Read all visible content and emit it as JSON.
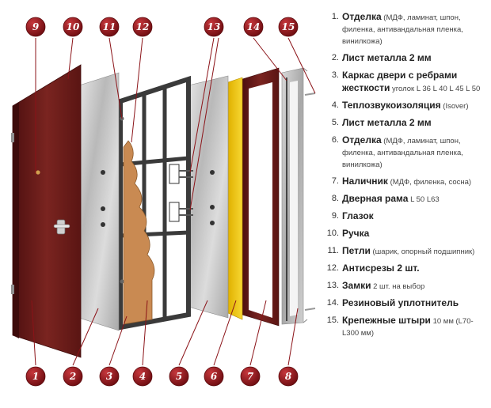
{
  "colors": {
    "badge": "#8b1318",
    "door_panel": "#6e1a18",
    "metal_sheet": "#c9c9c9",
    "frame_steel": "#3a3a3a",
    "insulation": "#c98a52",
    "yellow_trim": "#f2cd17",
    "door_frame": "#7a1a17",
    "leader_line": "#8b1318"
  },
  "callouts": {
    "bottom": [
      "1",
      "2",
      "3",
      "4",
      "5",
      "6",
      "7",
      "8"
    ],
    "top": [
      "9",
      "10",
      "11",
      "12",
      "13",
      "14",
      "15"
    ]
  },
  "legend": [
    {
      "num": "1.",
      "title": "Отделка",
      "details": " (МДФ, ламинат, шпон, филенка, антивандальная пленка, винилкожа)"
    },
    {
      "num": "2.",
      "title": "Лист металла 2 мм",
      "details": ""
    },
    {
      "num": "3.",
      "title": "Каркас двери с ребрами жесткости",
      "details": " уголок L 36 L 40 L 45 L 50"
    },
    {
      "num": "4.",
      "title": "Теплозвукоизоляция",
      "details": " (Isover)"
    },
    {
      "num": "5.",
      "title": "Лист металла 2 мм",
      "details": ""
    },
    {
      "num": "6.",
      "title": "Отделка",
      "details": " (МДФ, ламинат, шпон, филенка, антивандальная пленка, винилкожа)"
    },
    {
      "num": "7.",
      "title": "Наличник",
      "details": " (МДФ, филенка, сосна)"
    },
    {
      "num": "8.",
      "title": "Дверная рама",
      "details": " L 50 L63"
    },
    {
      "num": "9.",
      "title": "Глазок",
      "details": ""
    },
    {
      "num": "10.",
      "title": "Ручка",
      "details": ""
    },
    {
      "num": "11.",
      "title": "Петли",
      "details": " (шарик, опорный подшипник)"
    },
    {
      "num": "12.",
      "title": "Антисрезы 2 шт.",
      "details": ""
    },
    {
      "num": "13.",
      "title": "Замки",
      "details": " 2 шт. на выбор"
    },
    {
      "num": "14.",
      "title": "Резиновый уплотнитель",
      "details": ""
    },
    {
      "num": "15.",
      "title": "Крепежные штыри",
      "details": " 10 мм (L70-L300 мм)"
    }
  ]
}
